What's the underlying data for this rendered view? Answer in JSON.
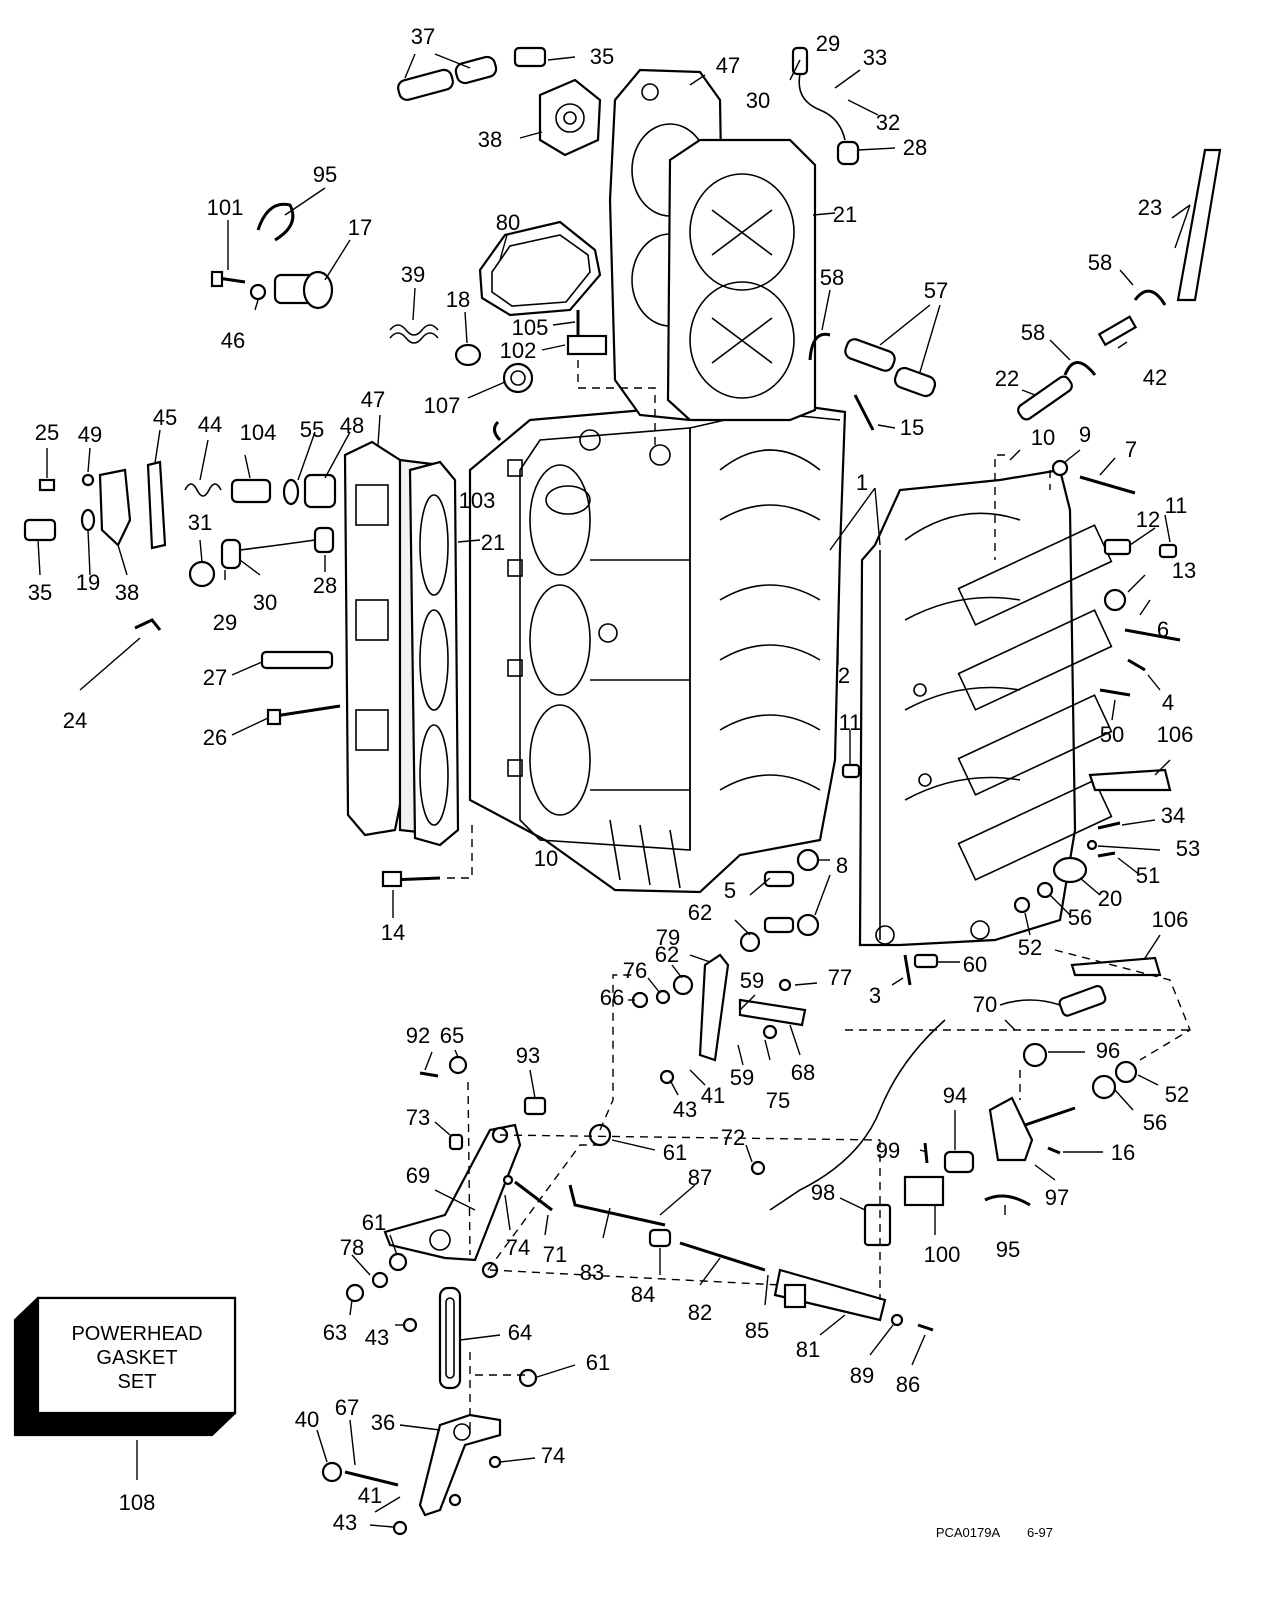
{
  "callouts": {
    "n1": "1",
    "n2": "2",
    "n3": "3",
    "n4": "4",
    "n5": "5",
    "n6": "6",
    "n7": "7",
    "n8": "8",
    "n9": "9",
    "n10a": "10",
    "n10b": "10",
    "n11a": "11",
    "n11b": "11",
    "n12": "12",
    "n13": "13",
    "n14": "14",
    "n15": "15",
    "n16": "16",
    "n17": "17",
    "n18": "18",
    "n19": "19",
    "n20": "20",
    "n21a": "21",
    "n21b": "21",
    "n22": "22",
    "n23": "23",
    "n24": "24",
    "n25": "25",
    "n26": "26",
    "n27": "27",
    "n28a": "28",
    "n28b": "28",
    "n29a": "29",
    "n29b": "29",
    "n30a": "30",
    "n30b": "30",
    "n31": "31",
    "n32": "32",
    "n33": "33",
    "n34": "34",
    "n35a": "35",
    "n35b": "35",
    "n36": "36",
    "n37": "37",
    "n38a": "38",
    "n38b": "38",
    "n39": "39",
    "n40": "40",
    "n41a": "41",
    "n41b": "41",
    "n42": "42",
    "n43a": "43",
    "n43b": "43",
    "n43c": "43",
    "n44": "44",
    "n45": "45",
    "n46": "46",
    "n47a": "47",
    "n47b": "47",
    "n48": "48",
    "n49": "49",
    "n50": "50",
    "n51": "51",
    "n52a": "52",
    "n52b": "52",
    "n53": "53",
    "n55": "55",
    "n56a": "56",
    "n56b": "56",
    "n57": "57",
    "n58a": "58",
    "n58b": "58",
    "n58c": "58",
    "n59a": "59",
    "n59b": "59",
    "n60": "60",
    "n61a": "61",
    "n61b": "61",
    "n61c": "61",
    "n62a": "62",
    "n62b": "62",
    "n63": "63",
    "n64": "64",
    "n65": "65",
    "n66": "66",
    "n67": "67",
    "n68": "68",
    "n69": "69",
    "n70": "70",
    "n71": "71",
    "n72": "72",
    "n73": "73",
    "n74a": "74",
    "n74b": "74",
    "n75": "75",
    "n76": "76",
    "n77": "77",
    "n78": "78",
    "n79": "79",
    "n80": "80",
    "n81": "81",
    "n82": "82",
    "n83": "83",
    "n84": "84",
    "n85": "85",
    "n86": "86",
    "n87": "87",
    "n89": "89",
    "n92": "92",
    "n93": "93",
    "n94": "94",
    "n95a": "95",
    "n95b": "95",
    "n96": "96",
    "n97": "97",
    "n98": "98",
    "n99": "99",
    "n100": "100",
    "n101": "101",
    "n102": "102",
    "n103": "103",
    "n104": "104",
    "n105": "105",
    "n106a": "106",
    "n106b": "106",
    "n107": "107",
    "n108": "108"
  },
  "gasket_box": {
    "line1": "POWERHEAD",
    "line2": "GASKET",
    "line3": "SET"
  },
  "drawing_code": "PCA0179A",
  "drawing_date": "6-97"
}
